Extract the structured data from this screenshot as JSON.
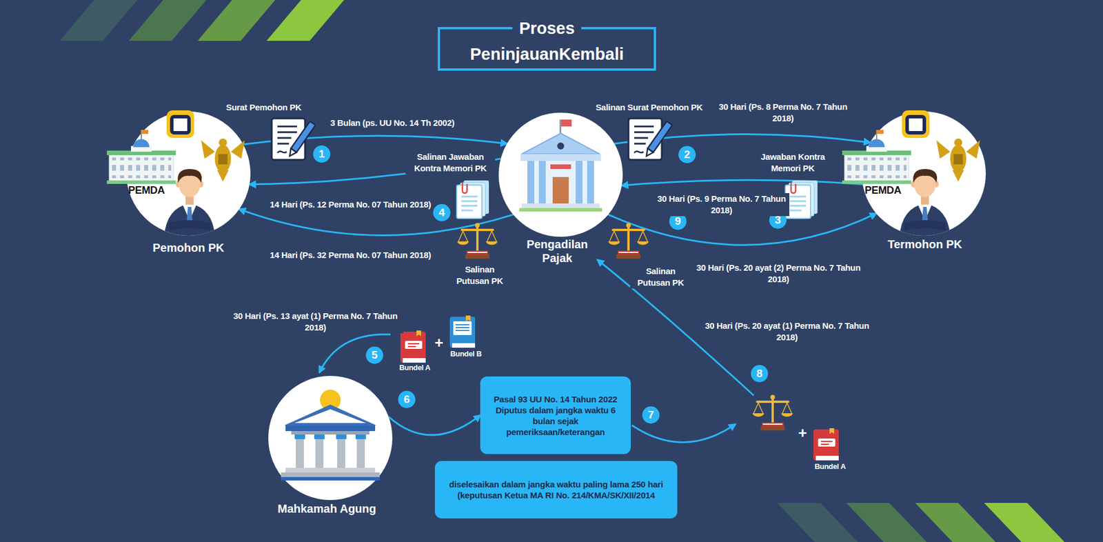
{
  "diagram": {
    "title": "Proses PeninjauanKembali",
    "nodes": [
      {
        "text": [
          "PEMDA",
          "Pemohon PK"
        ]
      },
      {
        "text": [
          "Pengadilan Pajak"
        ]
      },
      {
        "text": [
          "PEMDA",
          "Termohon PK"
        ]
      },
      {
        "text": [
          "Mahkamah Agung"
        ]
      },
      {
        "text": [
          "Pasal 93 UU No. 14 Tahun 2022 Diputus dalam jangka waktu 6 bulan sejak pemeriksaan/keterangan"
        ]
      },
      {
        "text": [
          "diselesaikan dalam jangka waktu paling lama 250 hari (keputusan Ketua MA RI No. 214/KMA/SK/XII/2014"
        ]
      }
    ],
    "edges": [
      {
        "from": 0,
        "to": 1,
        "arrow": "to",
        "label": "3 Bulan (ps. UU No. 14 Th 2002)"
      },
      {
        "from": 1,
        "to": 2,
        "arrow": "to",
        "label": "30 Hari (Ps. 8 Perma No. 7 Tahun 2018)"
      },
      {
        "from": 2,
        "to": 1,
        "arrow": "to",
        "label": "30 Hari (Ps. 9 Perma No. 7 Tahun 2018)"
      },
      {
        "from": 1,
        "to": 0,
        "arrow": "to",
        "label": "14 Hari (Ps. 12 Perma No. 07 Tahun 2018)"
      },
      {
        "from": 1,
        "to": 0,
        "arrow": "to",
        "label": "14 Hari (Ps. 32 Perma No. 07 Tahun 2018)"
      },
      {
        "from": 1,
        "to": 2,
        "arrow": "to",
        "label": "30 Hari (Ps. 20 ayat (2) Perma No. 7 Tahun 2018)"
      },
      {
        "from": 3,
        "to": 4,
        "arrow": "to"
      }
    ],
    "labels": [
      "Surat Pemohon PK",
      "1",
      "Salinan Surat Pemohon PK",
      "2",
      "Salinan Jawaban Kontra Memori PK",
      "4",
      "Jawaban Kontra Memori PK",
      "3",
      "Salinan Putusan PK",
      "Salinan Putusan PK",
      "9",
      "30 Hari (Ps. 13 ayat (1) Perma No. 7 Tahun 2018)",
      "5",
      "+",
      "Bundel A",
      "Bundel B",
      "6",
      "7",
      "30 Hari (Ps. 20 ayat (1) Perma No. 7 Tahun 2018)",
      "8",
      "+",
      "Bundel A"
    ]
  }
}
